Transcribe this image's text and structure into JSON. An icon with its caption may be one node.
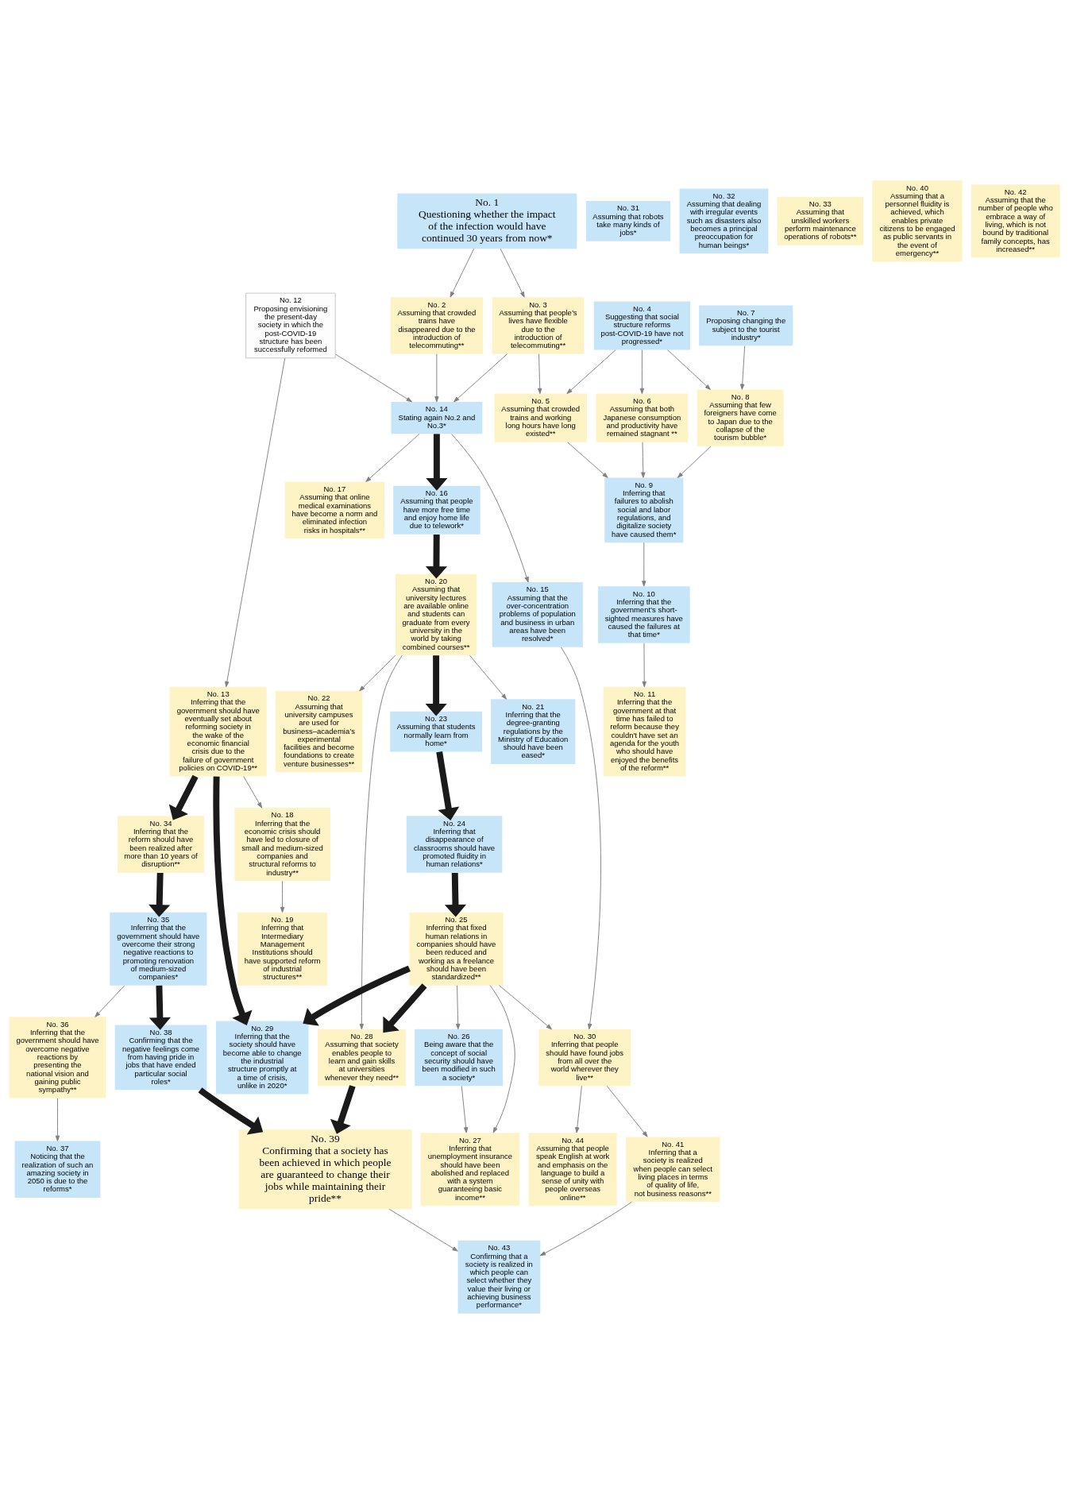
{
  "diagram": {
    "nodes": [
      {
        "text": [
          "No. 1",
          "Questioning whether the impact of the infection would have continued 30 years from now*"
        ]
      },
      {
        "text": [
          "No. 2",
          "Assuming that crowded trains have disappeared due to the introduction of telecommuting**"
        ]
      },
      {
        "text": [
          "No. 3",
          "Assuming that people’s lives have flexible due to the introduction of telecommuting**"
        ]
      },
      {
        "text": [
          "No. 4",
          "Suggesting that social structure reforms post-COVID-19 have not progressed*"
        ]
      },
      {
        "text": [
          "No. 5",
          "Assuming that crowded trains and working long hours have long existed**"
        ]
      },
      {
        "text": [
          "No. 6",
          "Assuming that both Japanese consumption and productivity have remained stagnant **"
        ]
      },
      {
        "text": [
          "No. 7",
          "Proposing changing the subject to the tourist industry*"
        ]
      },
      {
        "text": [
          "No. 8",
          "Assuming that few foreigners have come to Japan due to the collapse of the tourism bubble*"
        ]
      },
      {
        "text": [
          "No. 9",
          "Inferring that failures to abolish social and labor regulations, and digitalize society have caused them*"
        ]
      },
      {
        "text": [
          "No. 10",
          "Inferring that the government’s short-sighted measures have caused the failures at that time*"
        ]
      },
      {
        "text": [
          "No. 11",
          "Inferring that the government at that time has failed to reform because they couldn't have set an agenda for the youth who should have enjoyed the benefits of the reform**"
        ]
      },
      {
        "text": [
          "No. 12",
          "Proposing envisioning the present-day society in which the post-COVID-19 structure has been successfully reformed"
        ]
      },
      {
        "text": [
          "No. 13",
          "Inferring that the government should have eventually set about reforming society in the wake of the economic financial crisis due to the failure of government policies on COVID-19**"
        ]
      },
      {
        "text": [
          "No. 14",
          "Stating again No.2 and No.3*"
        ]
      },
      {
        "text": [
          "No. 15",
          "Assuming that the over-concentration problems of population and business in urban areas have been resolved*"
        ]
      },
      {
        "text": [
          "No. 16",
          "Assuming that people have more free time and enjoy home life due to telework*"
        ]
      },
      {
        "text": [
          "No. 17",
          "Assuming that online medical examinations have become a norm and eliminated infection risks in hospitals**"
        ]
      },
      {
        "text": [
          "No. 18",
          "Inferring that the economic crisis should have led to closure of small and medium-sized companies and structural reforms to industry**"
        ]
      },
      {
        "text": [
          "No. 19",
          "Inferring that Intermediary Management Institutions should have supported reform of industrial structures**"
        ]
      },
      {
        "text": [
          "No. 20",
          "Assuming that university lectures are available online and students can graduate from every university in the world by taking combined courses**"
        ]
      },
      {
        "text": [
          "No. 21",
          "Inferring that the degree-granting regulations by the Ministry of Education should have been eased*"
        ]
      },
      {
        "text": [
          "No. 22",
          "Assuming that university campuses are used for business–academia’s experimental facilities and become foundations to create venture businesses**"
        ]
      },
      {
        "text": [
          "No. 23",
          "Assuming that students normally learn from home*"
        ]
      },
      {
        "text": [
          "No. 24",
          "Inferring that disappearance of classrooms should have promoted fluidity in human relations*"
        ]
      },
      {
        "text": [
          "No. 25",
          "Inferring that fixed human relations in companies should have been reduced and working as a freelance should have been standardized**"
        ]
      },
      {
        "text": [
          "No. 26",
          "Being aware that the concept of social security should have been modified in such a society*"
        ]
      },
      {
        "text": [
          "No. 27",
          "Inferring that unemployment insurance should have been abolished and replaced with a system guaranteeing basic income**"
        ]
      },
      {
        "text": [
          "No. 28",
          "Assuming that society enables people to learn and gain skills at universities whenever they need**"
        ]
      },
      {
        "text": [
          "No. 29",
          "Inferring that the society should have become able to change the industrial structure promptly at a time of crisis, unlike in 2020*"
        ]
      },
      {
        "text": [
          "No. 30",
          "Inferring that people should have found jobs from all over the world wherever they live**"
        ]
      },
      {
        "text": [
          "No. 31",
          "Assuming that robots take many kinds of jobs*"
        ]
      },
      {
        "text": [
          "No. 32",
          "Assuming that dealing with irregular events such as disasters also becomes a principal preoccupation for human beings*"
        ]
      },
      {
        "text": [
          "No. 33",
          "Assuming that unskilled workers perform maintenance operations of robots**"
        ]
      },
      {
        "text": [
          "No. 34",
          "Inferring that the reform should have been realized after more than 10 years of disruption**"
        ]
      },
      {
        "text": [
          "No. 35",
          "Inferring that the government should have overcome their strong negative reactions to promoting renovation of medium-sized companies*"
        ]
      },
      {
        "text": [
          "No. 36",
          "Inferring that the government should have overcome negative reactions by presenting the national vision and gaining public sympathy**"
        ]
      },
      {
        "text": [
          "No. 37",
          "Noticing that the realization of such an amazing society in 2050 is due to the reforms*"
        ]
      },
      {
        "text": [
          "No. 38",
          "Confirming that the negative feelings come from having pride in jobs that have ended particular social roles*"
        ]
      },
      {
        "text": [
          "No. 39",
          "Confirming that a society has been achieved in which people are guaranteed to change their jobs while maintaining their pride**"
        ]
      },
      {
        "text": [
          "No. 40",
          "Assuming that a personnel fluidity is achieved, which enables private citizens to be engaged as public servants in the event of emergency**"
        ]
      },
      {
        "text": [
          "No. 41",
          "Inferring that a society is realized when people can select living places in terms of quality of life, not business reasons**"
        ]
      },
      {
        "text": [
          "No. 42",
          "Assuming that the number of people who embrace a way of living, which is not bound by traditional family concepts, has increased**"
        ]
      },
      {
        "text": [
          "No. 43",
          "Confirming that a society is realized in which people can select whether they value their living or achieving business performance*"
        ]
      },
      {
        "text": [
          "No. 44",
          "Assuming that people speak English at work and emphasis on the language to build a sense of unity with people overseas online**"
        ]
      }
    ],
    "edges": [
      {
        "from": 0,
        "to": 2,
        "arrow": "to"
      },
      {
        "from": 0,
        "to": 1,
        "arrow": "to"
      },
      {
        "from": 2,
        "to": 13,
        "arrow": "to"
      },
      {
        "from": 1,
        "to": 13,
        "arrow": "to"
      },
      {
        "from": 11,
        "to": 13,
        "arrow": "to"
      },
      {
        "from": 2,
        "to": 4,
        "arrow": "to"
      },
      {
        "from": 3,
        "to": 4,
        "arrow": "to"
      },
      {
        "from": 3,
        "to": 5,
        "arrow": "to"
      },
      {
        "from": 3,
        "to": 7,
        "arrow": "to"
      },
      {
        "from": 6,
        "to": 7,
        "arrow": "to"
      },
      {
        "from": 13,
        "to": 16,
        "arrow": "to"
      },
      {
        "from": 13,
        "to": 15,
        "arrow": "to",
        "style": "thick",
        "color": "#1a1a1a"
      },
      {
        "from": 13,
        "to": 14,
        "arrow": "to"
      },
      {
        "from": 11,
        "to": 12,
        "arrow": "to"
      },
      {
        "from": 4,
        "to": 8,
        "arrow": "to"
      },
      {
        "from": 5,
        "to": 8,
        "arrow": "to"
      },
      {
        "from": 7,
        "to": 8,
        "arrow": "to"
      },
      {
        "from": 8,
        "to": 9,
        "arrow": "to"
      },
      {
        "from": 9,
        "to": 10,
        "arrow": "to"
      },
      {
        "from": 12,
        "to": 17,
        "arrow": "to"
      },
      {
        "from": 17,
        "to": 18,
        "arrow": "to"
      },
      {
        "from": 12,
        "to": 28,
        "arrow": "to",
        "style": "thick",
        "color": "#1a1a1a"
      },
      {
        "from": 12,
        "to": 33,
        "arrow": "to",
        "style": "thick",
        "color": "#1a1a1a"
      },
      {
        "from": 15,
        "to": 19,
        "arrow": "to",
        "style": "thick",
        "color": "#1a1a1a"
      },
      {
        "from": 19,
        "to": 21,
        "arrow": "to"
      },
      {
        "from": 19,
        "to": 20,
        "arrow": "to"
      },
      {
        "from": 19,
        "to": 22,
        "arrow": "to",
        "style": "thick",
        "color": "#1a1a1a"
      },
      {
        "from": 19,
        "to": 27,
        "arrow": "to"
      },
      {
        "from": 22,
        "to": 23,
        "arrow": "to",
        "style": "thick",
        "color": "#1a1a1a"
      },
      {
        "from": 14,
        "to": 29,
        "arrow": "to"
      },
      {
        "from": 23,
        "to": 24,
        "arrow": "to",
        "style": "thick",
        "color": "#1a1a1a"
      },
      {
        "from": 24,
        "to": 28,
        "arrow": "to",
        "style": "thick",
        "color": "#1a1a1a"
      },
      {
        "from": 24,
        "to": 27,
        "arrow": "to",
        "style": "thick",
        "color": "#1a1a1a"
      },
      {
        "from": 24,
        "to": 25,
        "arrow": "to"
      },
      {
        "from": 24,
        "to": 26,
        "arrow": "to"
      },
      {
        "from": 24,
        "to": 29,
        "arrow": "to"
      },
      {
        "from": 25,
        "to": 26,
        "arrow": "to"
      },
      {
        "from": 33,
        "to": 34,
        "arrow": "to",
        "style": "thick",
        "color": "#1a1a1a"
      },
      {
        "from": 27,
        "to": 38,
        "arrow": "to",
        "style": "thick",
        "color": "#1a1a1a"
      },
      {
        "from": 34,
        "to": 37,
        "arrow": "to",
        "style": "thick",
        "color": "#1a1a1a"
      },
      {
        "from": 34,
        "to": 35,
        "arrow": "to"
      },
      {
        "from": 35,
        "to": 36,
        "arrow": "to"
      },
      {
        "from": 37,
        "to": 38,
        "arrow": "to",
        "style": "thick",
        "color": "#1a1a1a"
      },
      {
        "from": 29,
        "to": 40,
        "arrow": "to"
      },
      {
        "from": 29,
        "to": 43,
        "arrow": "to"
      },
      {
        "from": 38,
        "to": 42,
        "arrow": "to"
      },
      {
        "from": 40,
        "to": 42,
        "arrow": "to"
      }
    ]
  }
}
